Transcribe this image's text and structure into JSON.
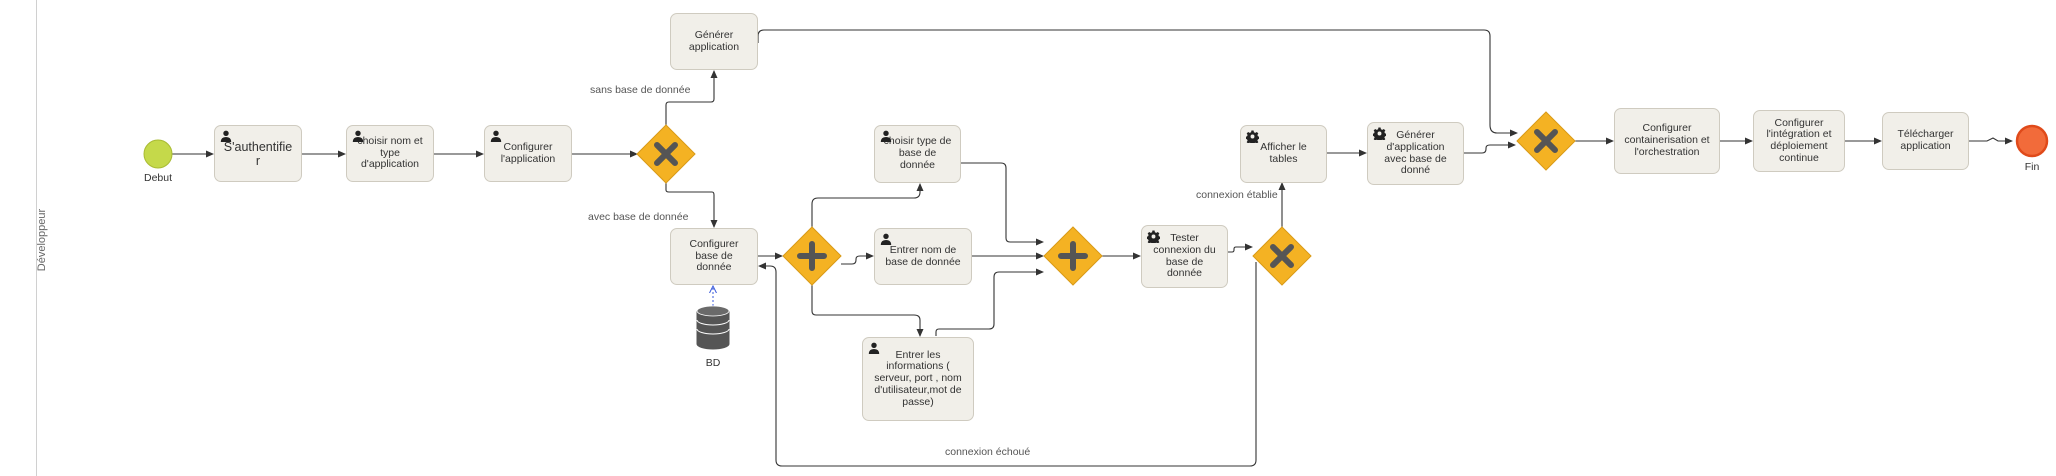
{
  "lane": {
    "label": "Développeur"
  },
  "events": {
    "start": {
      "label": "Debut",
      "color": "#c5d94a"
    },
    "end": {
      "label": "Fin",
      "color": "#f26b3a"
    }
  },
  "tasks": {
    "authentifier": "S'authentifie r",
    "choisir_nom": "choisir nom et type d'application",
    "configurer_app": "Configurer l'application",
    "generer_app": "Générer application",
    "configurer_bd": "Configurer base de donnée",
    "choisir_type_bd": "choisir type de base de donnée",
    "entrer_nom_bd": "Entrer nom de base de donnée",
    "entrer_infos": "Entrer les informations ( serveur, port , nom d'utilisateur,mot de passe)",
    "tester_connexion": "Tester connexion du base de donnée",
    "afficher_tables": "Afficher le tables",
    "generer_app_bd": "Générer d'application avec base de donné",
    "configurer_conteneur": "Configurer containerisation et l'orchestration",
    "configurer_ci": "Configurer l'intégration et déploiement continue",
    "telecharger": "Télécharger application"
  },
  "flows": {
    "sans_bd": "sans base de donnée",
    "avec_bd": "avec base de donnée",
    "connexion_etablie": "connexion établie",
    "connexion_echoue": "connexion échoué"
  },
  "datastore": {
    "label": "BD",
    "color": "#555555"
  },
  "colors": {
    "gateway": "#f4b223",
    "gateway_stroke": "#d99a16",
    "gateway_mark": "#555555",
    "task_fill": "#f1efe9",
    "task_stroke": "#cfcbc0",
    "line": "#333333"
  }
}
